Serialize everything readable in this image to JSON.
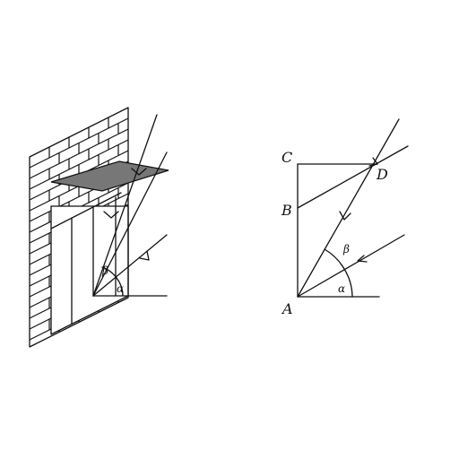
{
  "diagram": {
    "angle_labels": {
      "alpha": "α",
      "beta": "β"
    },
    "point_labels": {
      "A": "A",
      "B": "B",
      "C": "C",
      "D": "D"
    },
    "colors": {
      "ink": "#111111",
      "awning": "#777777",
      "background": "#ffffff"
    }
  }
}
